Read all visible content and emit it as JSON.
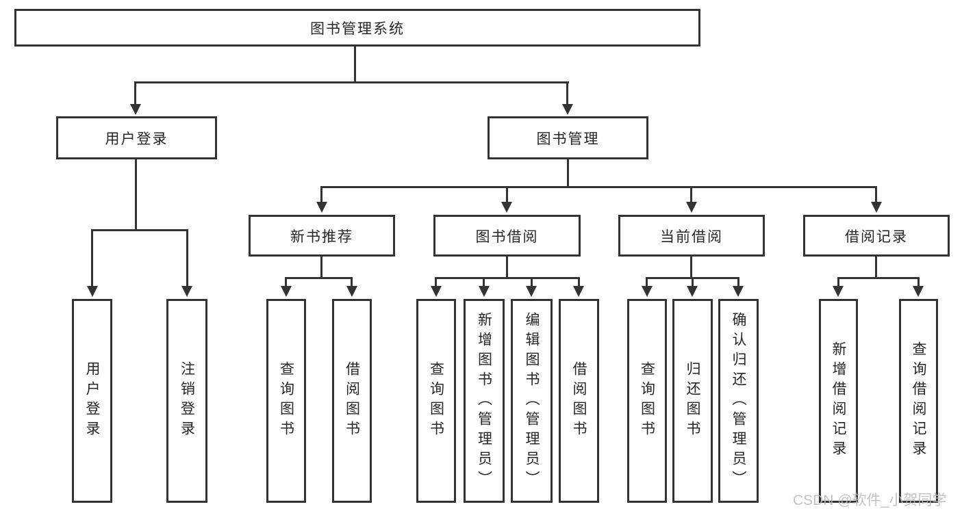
{
  "colors": {
    "line": "#333333",
    "text": "#262626",
    "background": "#ffffff",
    "watermark": "#b9b9b9"
  },
  "watermark": {
    "text": "CSDN @软件_小贺同学"
  },
  "diagram": {
    "type": "tree",
    "root": {
      "label": "图书管理系统"
    },
    "branches": [
      {
        "label": "用户登录",
        "children": [
          {
            "label": "用户登录"
          },
          {
            "label": "注销登录"
          }
        ]
      },
      {
        "label": "图书管理",
        "children": [
          {
            "label": "新书推荐",
            "children": [
              {
                "label": "查询图书"
              },
              {
                "label": "借阅图书"
              }
            ]
          },
          {
            "label": "图书借阅",
            "children": [
              {
                "label": "查询图书"
              },
              {
                "label": "新增图书（管理员）"
              },
              {
                "label": "编辑图书（管理员）"
              },
              {
                "label": "借阅图书"
              }
            ]
          },
          {
            "label": "当前借阅",
            "children": [
              {
                "label": "查询图书"
              },
              {
                "label": "归还图书"
              },
              {
                "label": "确认归还（管理员）"
              }
            ]
          },
          {
            "label": "借阅记录",
            "children": [
              {
                "label": "新增借阅记录"
              },
              {
                "label": "查询借阅记录"
              }
            ]
          }
        ]
      }
    ]
  }
}
